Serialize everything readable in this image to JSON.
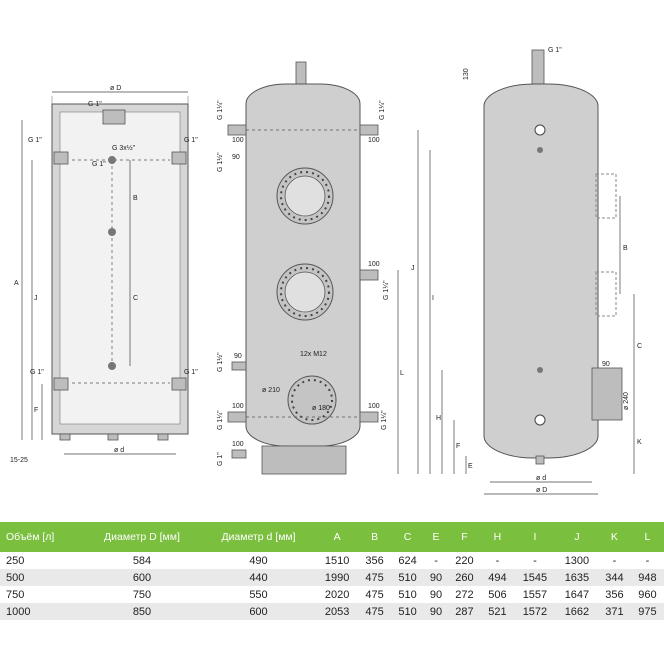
{
  "drawing": {
    "labels": {
      "outer_diameter": "ø D",
      "inner_diameter": "ø d",
      "g1": "G 1\"",
      "g3x": "G 3x½\"",
      "g1_14": "G 1¼\"",
      "g1_12": "G 1½\"",
      "dim_100": "100",
      "dim_90": "90",
      "dim_130": "130",
      "dim_210": "ø 210",
      "dim_240": "ø 240",
      "flange": "12x M12",
      "flange_d": "ø 180",
      "range": "15-25",
      "A": "A",
      "B": "B",
      "C": "C",
      "E": "E",
      "F": "F",
      "H": "H",
      "I": "I",
      "J": "J",
      "K": "K",
      "L": "L"
    }
  },
  "table": {
    "headers": [
      "Объём [л]",
      "Диаметр D [мм]",
      "Диаметр d [мм]",
      "A",
      "B",
      "C",
      "E",
      "F",
      "H",
      "I",
      "J",
      "K",
      "L"
    ],
    "rows": [
      [
        "250",
        "584",
        "490",
        "1510",
        "356",
        "624",
        "-",
        "220",
        "-",
        "-",
        "1300",
        "-",
        "-"
      ],
      [
        "500",
        "600",
        "440",
        "1990",
        "475",
        "510",
        "90",
        "260",
        "494",
        "1545",
        "1635",
        "344",
        "948"
      ],
      [
        "750",
        "750",
        "550",
        "2020",
        "475",
        "510",
        "90",
        "272",
        "506",
        "1557",
        "1647",
        "356",
        "960"
      ],
      [
        "1000",
        "850",
        "600",
        "2053",
        "475",
        "510",
        "90",
        "287",
        "521",
        "1572",
        "1662",
        "371",
        "975"
      ]
    ],
    "header_color": "#7bbf3f"
  }
}
